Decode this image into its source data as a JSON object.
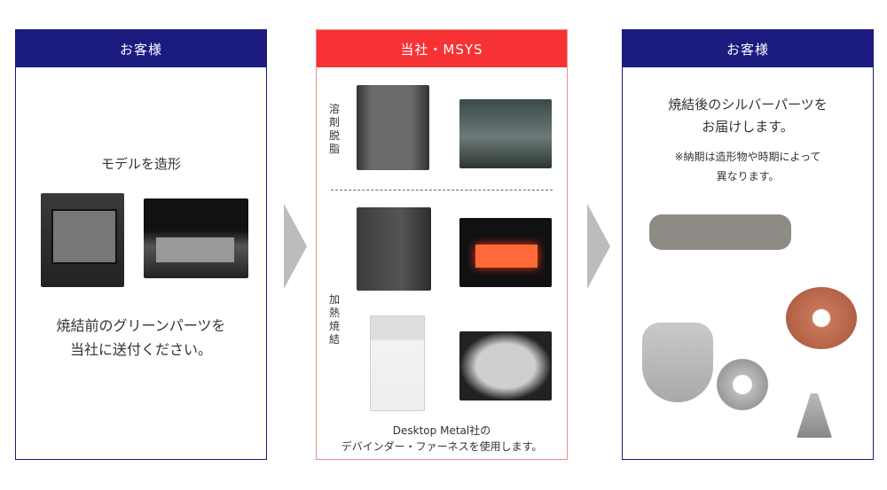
{
  "steps": [
    {
      "header": "お客様",
      "title": "モデルを造形",
      "caption_line1": "焼結前のグリーンパーツを",
      "caption_line2": "当社に送付ください。"
    },
    {
      "header": "当社・MSYS",
      "debind_label": "溶剤脱脂",
      "sinter_label": "加熱焼結",
      "caption_line1": "Desktop Metal社の",
      "caption_line2": "デバインダー・ファーネスを使用します。"
    },
    {
      "header": "お客様",
      "caption_line1": "焼結後のシルバーパーツを",
      "caption_line2": "お届けします。",
      "note_line1": "※納期は造形物や時期によって",
      "note_line2": "異なります。"
    }
  ],
  "colors": {
    "customer": "#1b1b80",
    "company": "#f73234",
    "arrow": "#bcbcbc"
  }
}
